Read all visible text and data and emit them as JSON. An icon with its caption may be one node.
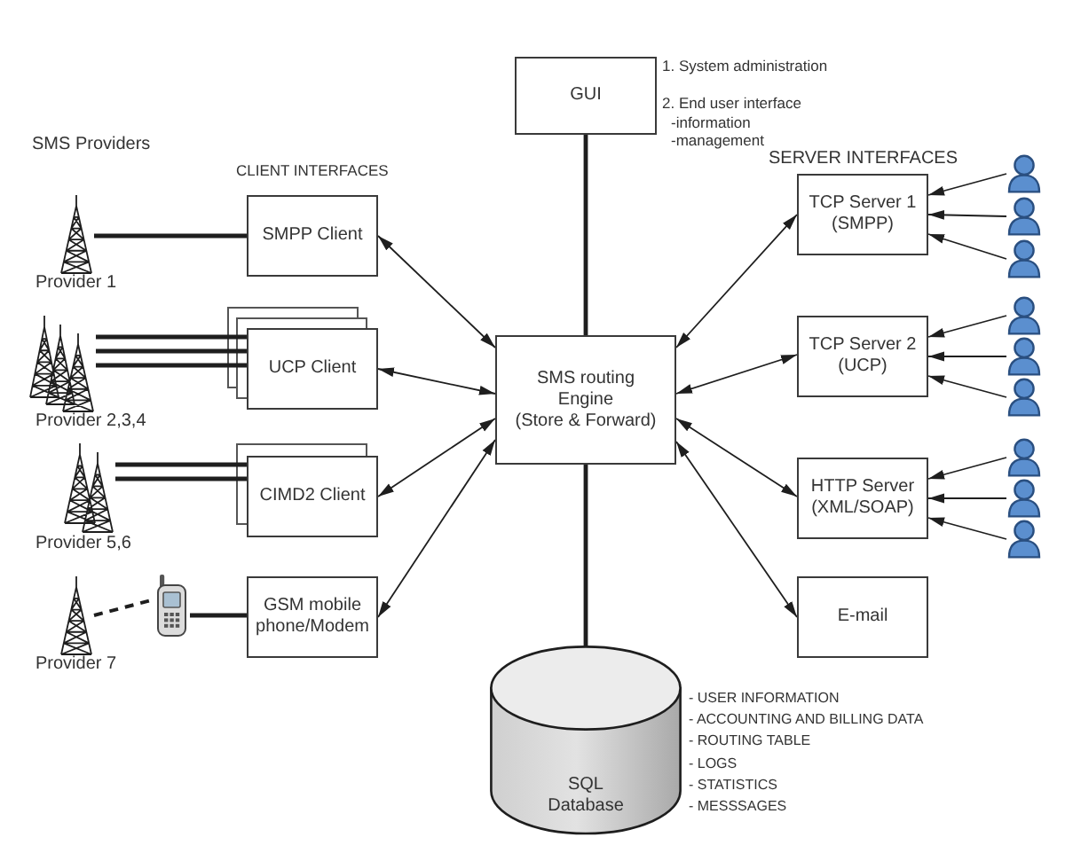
{
  "diagram": {
    "nodes": [
      {
        "text": [
          "GUI"
        ],
        "beside": [
          "1. System administration",
          "2. End user interface",
          "-information",
          "-management"
        ]
      },
      {
        "text": [
          "SMPP Client"
        ]
      },
      {
        "text": [
          "UCP Client"
        ]
      },
      {
        "text": [
          "CIMD2 Client"
        ]
      },
      {
        "text": [
          "GSM mobile phone/Modem"
        ]
      },
      {
        "text": [
          "SMS routing Engine",
          "(Store & Forward)"
        ]
      },
      {
        "text": [
          "TCP Server 1 (SMPP)"
        ]
      },
      {
        "text": [
          "TCP Server 2 (UCP)"
        ]
      },
      {
        "text": [
          "HTTP Server (XML/SOAP)"
        ]
      },
      {
        "text": [
          "E-mail"
        ]
      },
      {
        "text": [
          "SQL Database"
        ],
        "beside": [
          "- USER INFORMATION",
          "- ACCOUNTING AND BILLING DATA",
          "- ROUTING TABLE",
          "- LOGS",
          "- STATISTICS",
          "- MESSSAGES"
        ]
      },
      {
        "text": [],
        "shape": "picture",
        "beside": [
          "Provider 1"
        ]
      },
      {
        "text": [],
        "shape": "picture",
        "beside": [
          "Provider 2,3,4"
        ]
      },
      {
        "text": [],
        "shape": "picture",
        "beside": [
          "Provider 5,6"
        ]
      },
      {
        "text": [],
        "shape": "picture",
        "beside": [
          "Provider 7"
        ]
      },
      {
        "text": [],
        "shape": "picture"
      },
      {
        "text": [],
        "shape": "person"
      },
      {
        "text": [],
        "shape": "person"
      },
      {
        "text": [],
        "shape": "person"
      },
      {
        "text": [],
        "shape": "person"
      },
      {
        "text": [],
        "shape": "person"
      },
      {
        "text": [],
        "shape": "person"
      },
      {
        "text": [],
        "shape": "person"
      },
      {
        "text": [],
        "shape": "person"
      },
      {
        "text": [],
        "shape": "person"
      }
    ],
    "edges": [
      {
        "from": 11,
        "to": 1,
        "arrow": "none",
        "style": "thick"
      },
      {
        "from": 12,
        "to": 2,
        "arrow": "none",
        "style": "thick"
      },
      {
        "from": 12,
        "to": 2,
        "arrow": "none",
        "style": "thick"
      },
      {
        "from": 12,
        "to": 2,
        "arrow": "none",
        "style": "thick"
      },
      {
        "from": 13,
        "to": 3,
        "arrow": "none",
        "style": "thick"
      },
      {
        "from": 13,
        "to": 3,
        "arrow": "none",
        "style": "thick"
      },
      {
        "from": 14,
        "to": 15,
        "arrow": "none",
        "style": "dashed"
      },
      {
        "from": 15,
        "to": 4,
        "arrow": "none",
        "style": "thick"
      },
      {
        "from": 1,
        "to": 5,
        "arrow": "both"
      },
      {
        "from": 2,
        "to": 5,
        "arrow": "both"
      },
      {
        "from": 3,
        "to": 5,
        "arrow": "both"
      },
      {
        "from": 4,
        "to": 5,
        "arrow": "both"
      },
      {
        "from": 0,
        "to": 5,
        "arrow": "none",
        "style": "thick"
      },
      {
        "from": 5,
        "to": 6,
        "arrow": "both"
      },
      {
        "from": 5,
        "to": 7,
        "arrow": "both"
      },
      {
        "from": 5,
        "to": 8,
        "arrow": "both"
      },
      {
        "from": 5,
        "to": 9,
        "arrow": "both"
      },
      {
        "from": 5,
        "to": 10,
        "arrow": "none",
        "style": "thick"
      },
      {
        "from": 16,
        "to": 6,
        "arrow": "to"
      },
      {
        "from": 17,
        "to": 6,
        "arrow": "to"
      },
      {
        "from": 18,
        "to": 6,
        "arrow": "to"
      },
      {
        "from": 19,
        "to": 7,
        "arrow": "to"
      },
      {
        "from": 20,
        "to": 7,
        "arrow": "to"
      },
      {
        "from": 21,
        "to": 7,
        "arrow": "to"
      },
      {
        "from": 22,
        "to": 8,
        "arrow": "to"
      },
      {
        "from": 23,
        "to": 8,
        "arrow": "to"
      },
      {
        "from": 24,
        "to": 8,
        "arrow": "to"
      }
    ],
    "labels": [
      "SMS Providers",
      "CLIENT INTERFACES",
      "SERVER INTERFACES"
    ]
  }
}
